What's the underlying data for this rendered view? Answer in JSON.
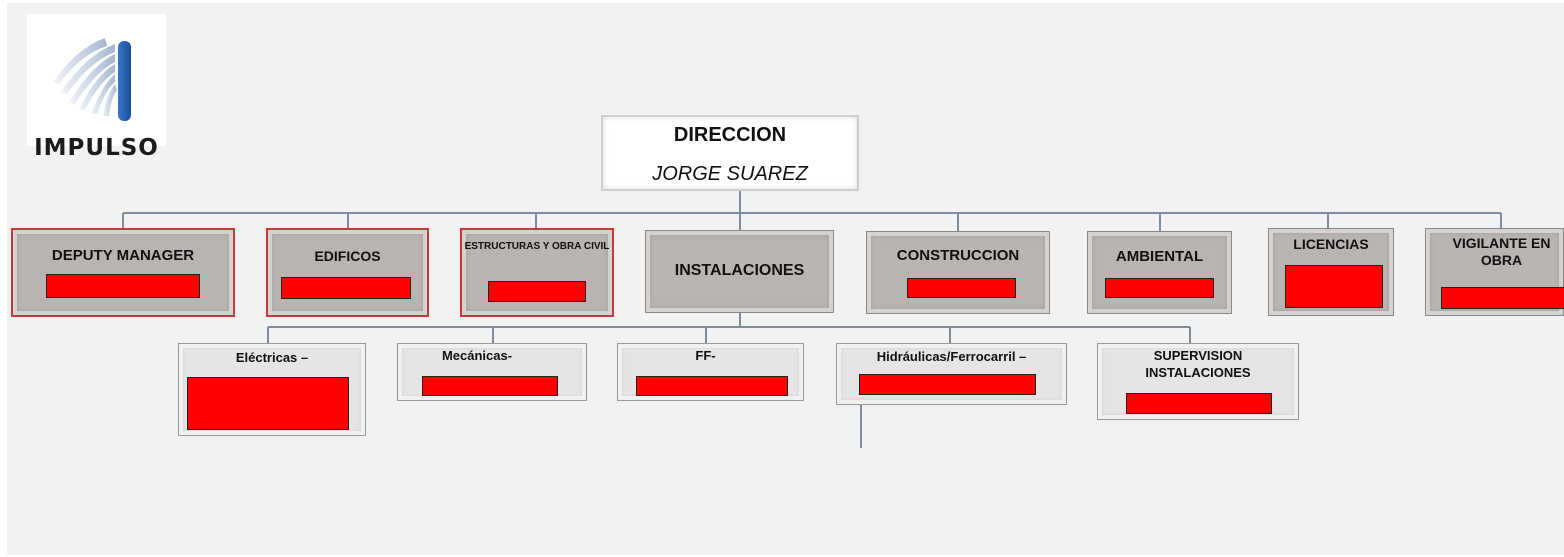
{
  "logo": {
    "text": "IMPULSO"
  },
  "colors": {
    "background": "#f2f2f2",
    "connector": "#7f8ca0",
    "redaction": "#ff0000",
    "box_fill": "#b9b3b2",
    "box_fill_light": "#e6e4e4",
    "highlight_border": "#c23a3a"
  },
  "chart": {
    "root": {
      "title": "DIRECCION",
      "name": "JORGE SUAREZ"
    },
    "level1": [
      {
        "label": "DEPUTY MANAGER",
        "redacted": true
      },
      {
        "label": "EDIFICOS",
        "redacted": true
      },
      {
        "label": "ESTRUCTURAS Y OBRA CIVIL",
        "redacted": true
      },
      {
        "label": "INSTALACIONES",
        "redacted": false
      },
      {
        "label": "CONSTRUCCION",
        "redacted": true
      },
      {
        "label": "AMBIENTAL",
        "redacted": true
      },
      {
        "label": "LICENCIAS",
        "redacted": true
      },
      {
        "label": "VIGILANTE EN OBRA",
        "redacted": true
      }
    ],
    "level2": [
      {
        "label": "Eléctricas –",
        "redacted": true
      },
      {
        "label": "Mecánicas-",
        "redacted": true
      },
      {
        "label": "FF-",
        "redacted": true
      },
      {
        "label": "Hidráulicas/Ferrocarril –",
        "redacted": true
      },
      {
        "label": "SUPERVISION INSTALACIONES",
        "redacted": true
      }
    ]
  }
}
